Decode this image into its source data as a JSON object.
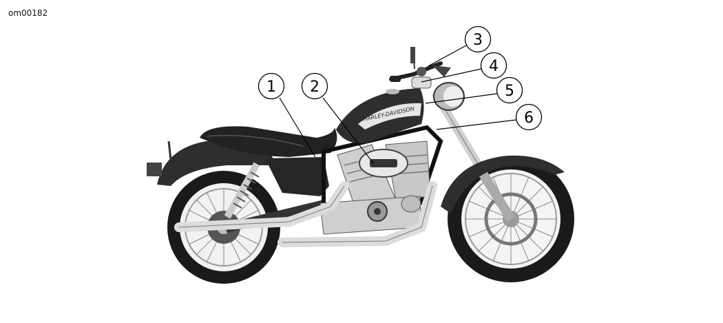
{
  "figure_id": "om00182",
  "callouts": [
    {
      "label": "1"
    },
    {
      "label": "2"
    },
    {
      "label": "3"
    },
    {
      "label": "4"
    },
    {
      "label": "5"
    },
    {
      "label": "6"
    }
  ],
  "tank_logo": "HARLEY-DAVIDSON",
  "colors": {
    "ink": "#000000",
    "tire": "#1a1a1a",
    "paint_dark": "#2e2e2e",
    "chrome": "#c8c8c8",
    "chrome_light": "#e6e6e6"
  }
}
